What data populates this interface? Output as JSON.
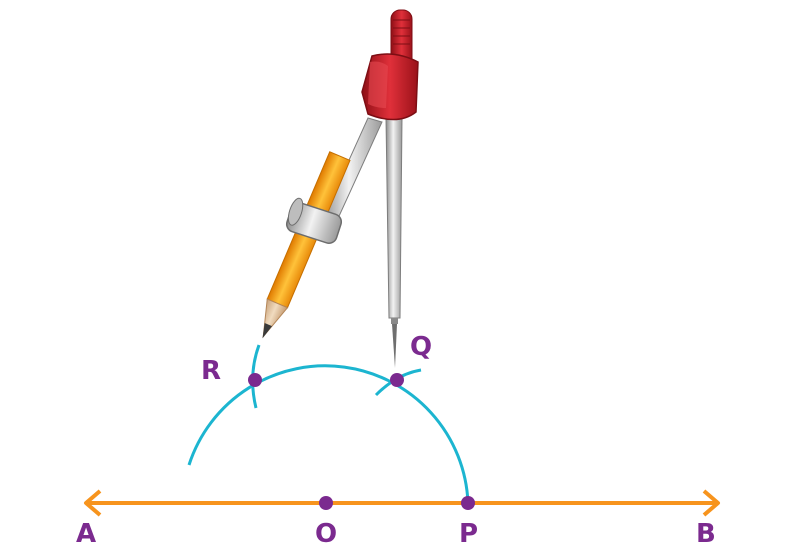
{
  "labels": {
    "a": "A",
    "b": "B",
    "o": "O",
    "p": "P",
    "q": "Q",
    "r": "R"
  },
  "colors": {
    "line": "#f7941d",
    "arc": "#1cb5d0",
    "point": "#7b2a8f",
    "label": "#7b2a8f",
    "compass_head": "#c8202a",
    "pencil_body": "#f7a21b"
  },
  "icons": {
    "tool": "compass-with-pencil-icon"
  }
}
